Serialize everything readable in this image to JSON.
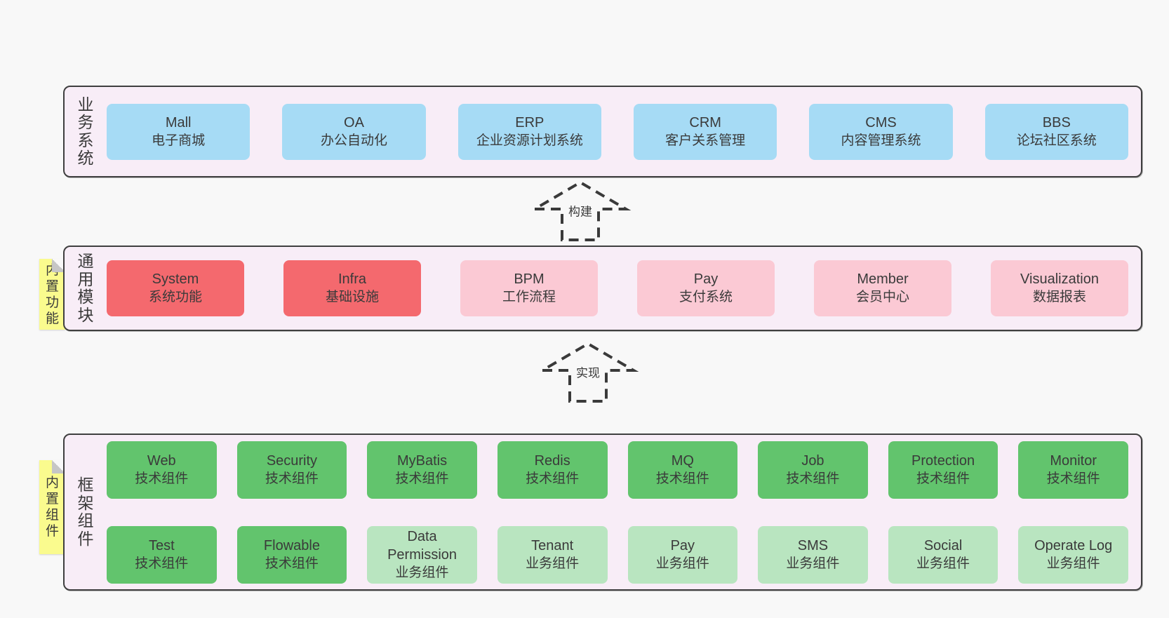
{
  "palette": {
    "page-bg": "#f8f8f8",
    "panel-bg": "#f8edf7",
    "panel-border": "#3f3f3f",
    "text": "#3a3a3a",
    "blue": "#a6dbf5",
    "red": "#f4696e",
    "pink": "#fbc9d4",
    "green": "#62c46d",
    "light-green": "#b9e5c0",
    "yellow": "#fafb8e",
    "fold": "#c6c6c6",
    "arrow": "#3a3a3a"
  },
  "sections": {
    "business": {
      "side_label": "业务系统",
      "boxes": [
        {
          "title": "Mall",
          "subtitle": "电子商城",
          "variant": "blue"
        },
        {
          "title": "OA",
          "subtitle": "办公自动化",
          "variant": "blue"
        },
        {
          "title": "ERP",
          "subtitle": "企业资源计划系统",
          "variant": "blue"
        },
        {
          "title": "CRM",
          "subtitle": "客户关系管理",
          "variant": "blue"
        },
        {
          "title": "CMS",
          "subtitle": "内容管理系统",
          "variant": "blue"
        },
        {
          "title": "BBS",
          "subtitle": "论坛社区系统",
          "variant": "blue"
        }
      ]
    },
    "modules": {
      "side_label": "通用模块",
      "sticky_label": "内置功能",
      "boxes": [
        {
          "title": "System",
          "subtitle": "系统功能",
          "variant": "red"
        },
        {
          "title": "Infra",
          "subtitle": "基础设施",
          "variant": "red"
        },
        {
          "title": "BPM",
          "subtitle": "工作流程",
          "variant": "pink"
        },
        {
          "title": "Pay",
          "subtitle": "支付系统",
          "variant": "pink"
        },
        {
          "title": "Member",
          "subtitle": "会员中心",
          "variant": "pink"
        },
        {
          "title": "Visualization",
          "subtitle": "数据报表",
          "variant": "pink"
        }
      ]
    },
    "framework": {
      "side_label": "框架组件",
      "sticky_label": "内置组件",
      "rows": [
        [
          {
            "title": "Web",
            "subtitle": "技术组件",
            "variant": "green"
          },
          {
            "title": "Security",
            "subtitle": "技术组件",
            "variant": "green"
          },
          {
            "title": "MyBatis",
            "subtitle": "技术组件",
            "variant": "green"
          },
          {
            "title": "Redis",
            "subtitle": "技术组件",
            "variant": "green"
          },
          {
            "title": "MQ",
            "subtitle": "技术组件",
            "variant": "green"
          },
          {
            "title": "Job",
            "subtitle": "技术组件",
            "variant": "green"
          },
          {
            "title": "Protection",
            "subtitle": "技术组件",
            "variant": "green"
          },
          {
            "title": "Monitor",
            "subtitle": "技术组件",
            "variant": "green"
          }
        ],
        [
          {
            "title": "Test",
            "subtitle": "技术组件",
            "variant": "green"
          },
          {
            "title": "Flowable",
            "subtitle": "技术组件",
            "variant": "green"
          },
          {
            "title": "Data Permission",
            "subtitle": "业务组件",
            "variant": "light-green"
          },
          {
            "title": "Tenant",
            "subtitle": "业务组件",
            "variant": "light-green"
          },
          {
            "title": "Pay",
            "subtitle": "业务组件",
            "variant": "light-green"
          },
          {
            "title": "SMS",
            "subtitle": "业务组件",
            "variant": "light-green"
          },
          {
            "title": "Social",
            "subtitle": "业务组件",
            "variant": "light-green"
          },
          {
            "title": "Operate Log",
            "subtitle": "业务组件",
            "variant": "light-green"
          }
        ]
      ]
    }
  },
  "arrows": [
    {
      "label": "构建"
    },
    {
      "label": "实现"
    }
  ]
}
